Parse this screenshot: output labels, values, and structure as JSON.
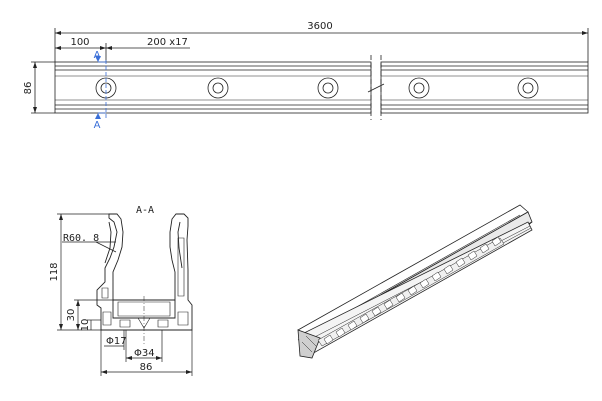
{
  "colors": {
    "line": "#222222",
    "section_marker": "#3a6fd8",
    "background": "#ffffff"
  },
  "top_view": {
    "overall_length": "3600",
    "offset": "100",
    "spacing": "200 x17",
    "height": "86",
    "section_letter_top": "A",
    "section_letter_bottom": "A"
  },
  "section_view": {
    "title": "A-A",
    "radius": "R60. 8",
    "height": "118",
    "base_height": "30",
    "small_height": "10",
    "hole_17": "Φ17",
    "hole_34": "Φ34",
    "width": "86"
  }
}
